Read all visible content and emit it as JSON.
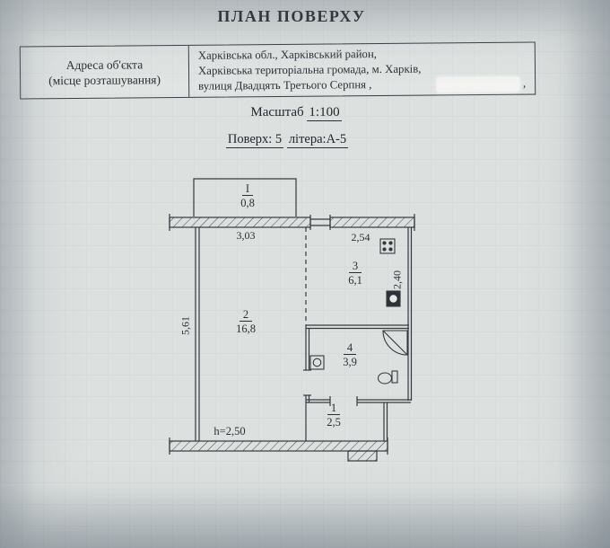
{
  "title": "ПЛАН ПОВЕРХУ",
  "address_table": {
    "label_line1": "Адреса об'єкта",
    "label_line2": "(місце розташування)",
    "line1": "Харківська обл., Харківський район,",
    "line2": "Харківська територіальна громада, м. Харків,",
    "line3": "вулиця Двадцять Третього Серпня ,",
    "line3_after": ","
  },
  "scale_line": {
    "label": "Масштаб",
    "value": "1:100"
  },
  "floor_line": {
    "floor": "Поверх: 5",
    "letter": "літера:А-5"
  },
  "plan": {
    "rooms": {
      "balcony": {
        "num": "I",
        "area": "0,8"
      },
      "room2": {
        "num": "2",
        "area": "16,8"
      },
      "room3": {
        "num": "3",
        "area": "6,1"
      },
      "room4": {
        "num": "4",
        "area": "3,9"
      },
      "room1": {
        "num": "1",
        "area": "2,5"
      }
    },
    "dims": {
      "top_left": "3,03",
      "top_right": "2,54",
      "left": "5,61",
      "right": "2,40",
      "height": "h=2,50"
    },
    "icons": {
      "stove": "stove-icon",
      "boiler": "boiler-icon",
      "shower": "corner-shower-icon",
      "washer": "washer-icon",
      "toilet": "toilet-icon"
    },
    "colors": {
      "ink": "#35393f",
      "paper": "#dce0df"
    }
  }
}
